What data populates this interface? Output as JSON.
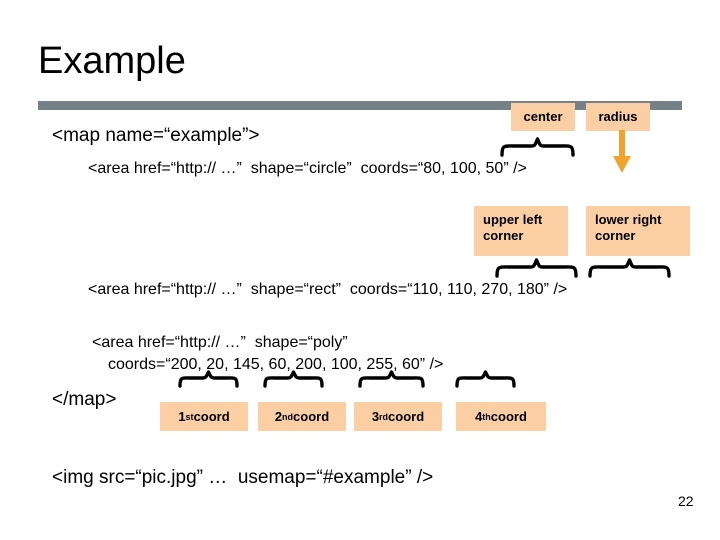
{
  "slide": {
    "title": "Example",
    "page_number": "22",
    "accent_bar_color": "#768087",
    "callout_fill_color": "#FBCFA3",
    "arrow_color": "#F2A32B"
  },
  "code_lines": {
    "map_open": "<map name=“example”>",
    "area_circle": "<area href=“http:// …”  shape=“circle”  coords=“80, 100, 50” />",
    "area_rect": "<area href=“http:// …”  shape=“rect”  coords=“110, 110, 270, 180” />",
    "area_poly_line1": "<area href=“http:// …”  shape=“poly”",
    "area_poly_line2": "coords=“200, 20, 145, 60, 200, 100, 255, 60” />",
    "map_close": "</map>",
    "img_tag": "<img src=“pic.jpg” …  usemap=“#example” />"
  },
  "callouts": {
    "center": "center",
    "radius": "radius",
    "upper_left_corner_l1": "upper left",
    "upper_left_corner_l2": "corner",
    "lower_right_corner_l1": "lower right",
    "lower_right_corner_l2": "corner",
    "coord1_ordinal": "1",
    "coord1_suffix": "st",
    "coord1_label": " coord",
    "coord2_ordinal": "2",
    "coord2_suffix": "nd",
    "coord2_label": " coord",
    "coord3_ordinal": "3",
    "coord3_suffix": "rd",
    "coord3_label": " coord",
    "coord4_ordinal": "4",
    "coord4_suffix": "th",
    "coord4_label": " coord"
  }
}
